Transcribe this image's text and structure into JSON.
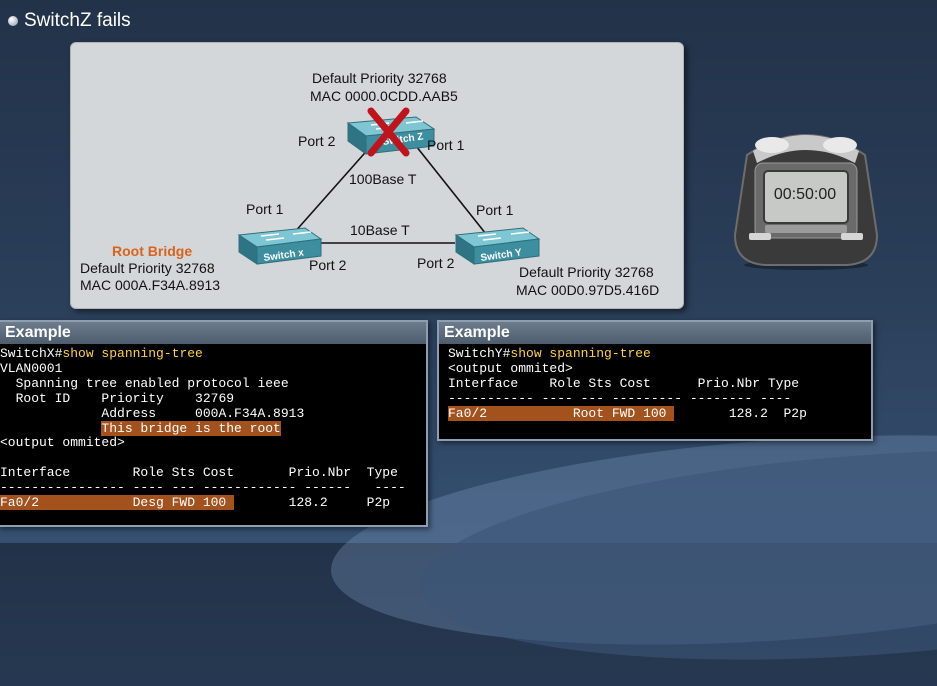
{
  "title": "SwitchZ fails",
  "diagram": {
    "switch_z": {
      "label": "Switch Z",
      "priority": "Default Priority 32768",
      "mac": "MAC 0000.0CDD.AAB5",
      "status": "failed"
    },
    "switch_x": {
      "label": "Switch x",
      "role": "Root Bridge",
      "priority": "Default Priority 32768",
      "mac": "MAC 000A.F34A.8913"
    },
    "switch_y": {
      "label": "Switch Y",
      "priority": "Default Priority 32768",
      "mac": "MAC 00D0.97D5.416D"
    },
    "links": {
      "z_port2": "Port 2",
      "z_port1": "Port 1",
      "zx_speed": "100Base T",
      "x_port1": "Port 1",
      "y_port1": "Port 1",
      "xy_speed": "10Base T",
      "x_port2": "Port 2",
      "y_port2": "Port 2"
    },
    "colors": {
      "root_label": "#d9621c",
      "fail_x": "#c0141c",
      "switch_face": "#4aa3b4"
    }
  },
  "clock": {
    "time": "00:50:00"
  },
  "panel_left": {
    "header": "Example",
    "prompt": "SwitchX#",
    "command": "show spanning-tree",
    "line_vlan": "VLAN0001",
    "line_protocol": "  Spanning tree enabled protocol ieee",
    "line_root_prefix": "  Root ID    Priority    ",
    "line_root_value": "32769",
    "line_address_prefix": "             Address     ",
    "line_address_value": "000A.F34A.8913",
    "line_bridge_indent": "             ",
    "line_bridge_note": "This bridge is the root",
    "line_omitted": "<output ommited>",
    "table_header": "Interface        Role Sts Cost       Prio.Nbr  Type",
    "table_rule": "---------------- ---- --- ------------ ------   ----",
    "row_highlight": "Fa0/2            Desg FWD 100 ",
    "row_rest": "       128.2     P2p"
  },
  "panel_right": {
    "header": "Example",
    "prompt": "SwitchY#",
    "command": "show spanning-tree",
    "line_omitted": "<output ommited>",
    "table_header": "Interface    Role Sts Cost      Prio.Nbr Type",
    "table_rule": "----------- ---- --- --------- -------- ----",
    "row_highlight": "Fa0/2           Root FWD 100 ",
    "row_rest": "       128.2  P2p"
  }
}
